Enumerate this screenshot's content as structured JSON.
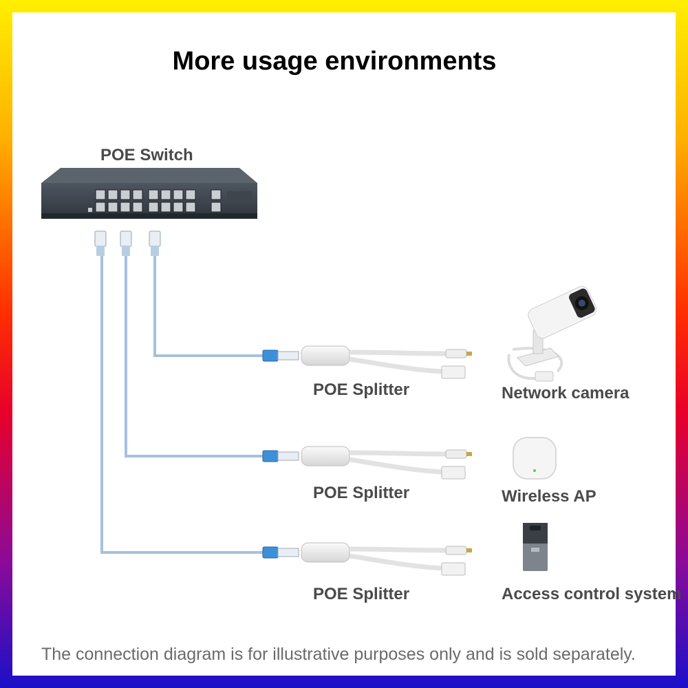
{
  "title": "More usage environments",
  "switch_label": "POE Switch",
  "splitter_labels": [
    "POE Splitter",
    "POE Splitter",
    "POE Splitter"
  ],
  "devices": [
    "Network camera",
    "Wireless AP",
    "Access control system"
  ],
  "footnote": "The connection diagram is for illustrative purposes only and is sold separately.",
  "colors": {
    "cable": "#a7c1dd",
    "frame_top": "#ffef00",
    "frame_bottom": "#1a10c8"
  },
  "icons": [
    "poe-switch-icon",
    "rj45-connector-icon",
    "poe-splitter-icon",
    "network-camera-icon",
    "wireless-ap-icon",
    "access-control-icon"
  ]
}
